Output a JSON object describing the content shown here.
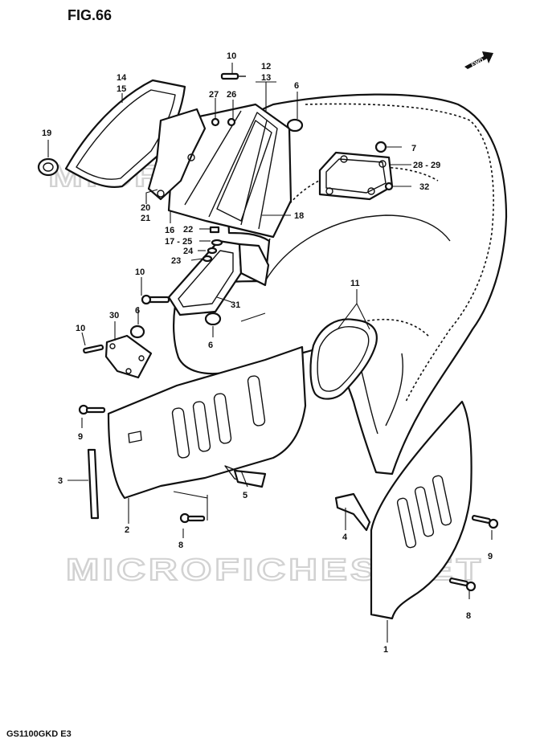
{
  "figure": {
    "title": "FIG.66",
    "model_code": "GS1100GKD E3"
  },
  "watermark": {
    "text": "MICROFICHES.NET"
  },
  "direction_badge": {
    "text": "FWD"
  },
  "callouts": [
    {
      "id": "c-10a",
      "text": "10"
    },
    {
      "id": "c-12",
      "text": "12"
    },
    {
      "id": "c-13",
      "text": "13"
    },
    {
      "id": "c-14",
      "text": "14"
    },
    {
      "id": "c-15",
      "text": "15"
    },
    {
      "id": "c-6a",
      "text": "6"
    },
    {
      "id": "c-27",
      "text": "27"
    },
    {
      "id": "c-26",
      "text": "26"
    },
    {
      "id": "c-19",
      "text": "19"
    },
    {
      "id": "c-7",
      "text": "7"
    },
    {
      "id": "c-28-29",
      "text": "28 - 29"
    },
    {
      "id": "c-32",
      "text": "32"
    },
    {
      "id": "c-20",
      "text": "20"
    },
    {
      "id": "c-21",
      "text": "21"
    },
    {
      "id": "c-16",
      "text": "16"
    },
    {
      "id": "c-22",
      "text": "22"
    },
    {
      "id": "c-17-25",
      "text": "17 - 25"
    },
    {
      "id": "c-18",
      "text": "18"
    },
    {
      "id": "c-24",
      "text": "24"
    },
    {
      "id": "c-23",
      "text": "23"
    },
    {
      "id": "c-10b",
      "text": "10"
    },
    {
      "id": "c-11",
      "text": "11"
    },
    {
      "id": "c-6b",
      "text": "6"
    },
    {
      "id": "c-31",
      "text": "31"
    },
    {
      "id": "c-30",
      "text": "30"
    },
    {
      "id": "c-10c",
      "text": "10"
    },
    {
      "id": "c-6c",
      "text": "6"
    },
    {
      "id": "c-9a",
      "text": "9"
    },
    {
      "id": "c-3",
      "text": "3"
    },
    {
      "id": "c-5",
      "text": "5"
    },
    {
      "id": "c-2",
      "text": "2"
    },
    {
      "id": "c-4",
      "text": "4"
    },
    {
      "id": "c-8a",
      "text": "8"
    },
    {
      "id": "c-9b",
      "text": "9"
    },
    {
      "id": "c-8b",
      "text": "8"
    },
    {
      "id": "c-1",
      "text": "1"
    }
  ]
}
